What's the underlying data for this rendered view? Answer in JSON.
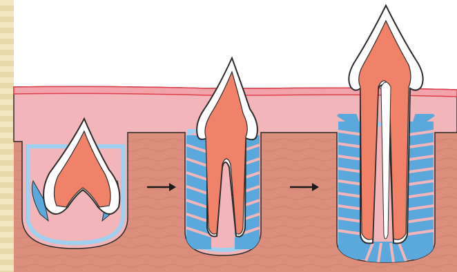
{
  "figure": {
    "subject": "tooth-eruption-stages",
    "stages": [
      {
        "id": "stage-1"
      },
      {
        "id": "stage-2"
      },
      {
        "id": "stage-3"
      }
    ],
    "arrows": [
      {
        "from": "stage-1",
        "to": "stage-2"
      },
      {
        "from": "stage-2",
        "to": "stage-3"
      }
    ]
  },
  "colors": {
    "border_stripe_light": "#f2e6c2",
    "border_stripe_dark": "#e9d9a8",
    "background": "#ffffff",
    "bone": "#dc8e7c",
    "bone_dark": "#c97864",
    "gum": "#f2b6ba",
    "gum_edge": "#de3f4a",
    "socket_lining": "#9fd0f0",
    "enamel": "#ffffff",
    "dentin": "#f0826a",
    "ligament": "#5ba8dd",
    "outline": "#2b2b2b",
    "arrow": "#1a1a1a"
  },
  "icons": {
    "arrow": "right-arrow-icon"
  }
}
